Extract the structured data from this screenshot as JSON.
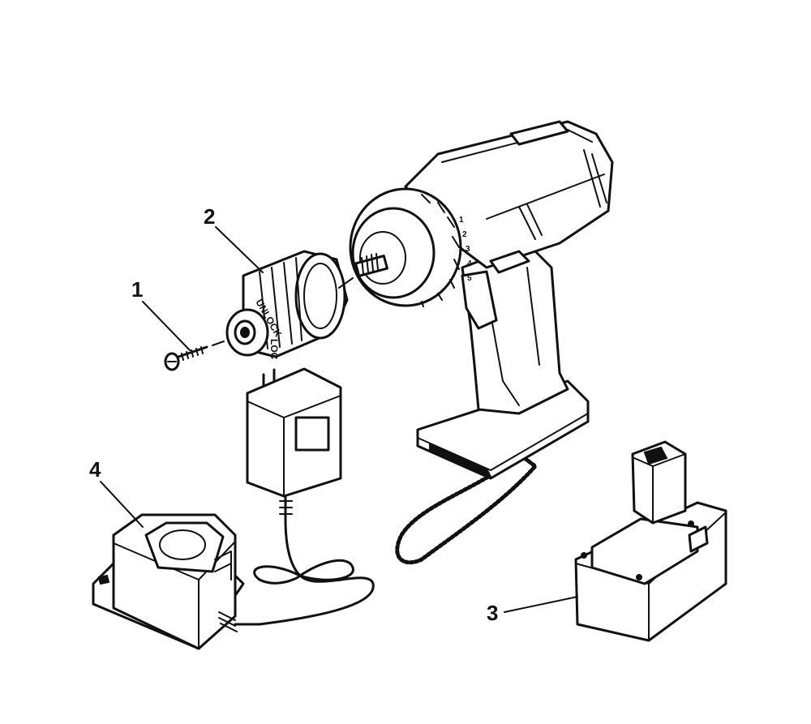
{
  "callouts": [
    {
      "number": "1"
    },
    {
      "number": "2"
    },
    {
      "number": "3"
    },
    {
      "number": "4"
    }
  ],
  "chuck": {
    "unlock_label": "UNLOCK",
    "lock_label": "LOC"
  },
  "clutch": {
    "settings": [
      "1",
      "2",
      "3",
      "4",
      "5"
    ]
  },
  "icons": {
    "screw": "screw-icon",
    "chuck": "chuck-icon",
    "drill": "drill-icon",
    "battery": "battery-icon",
    "charger": "charger-icon",
    "adapter": "power-adapter-icon"
  },
  "colors": {
    "ink": "#111111",
    "paper": "#ffffff"
  }
}
